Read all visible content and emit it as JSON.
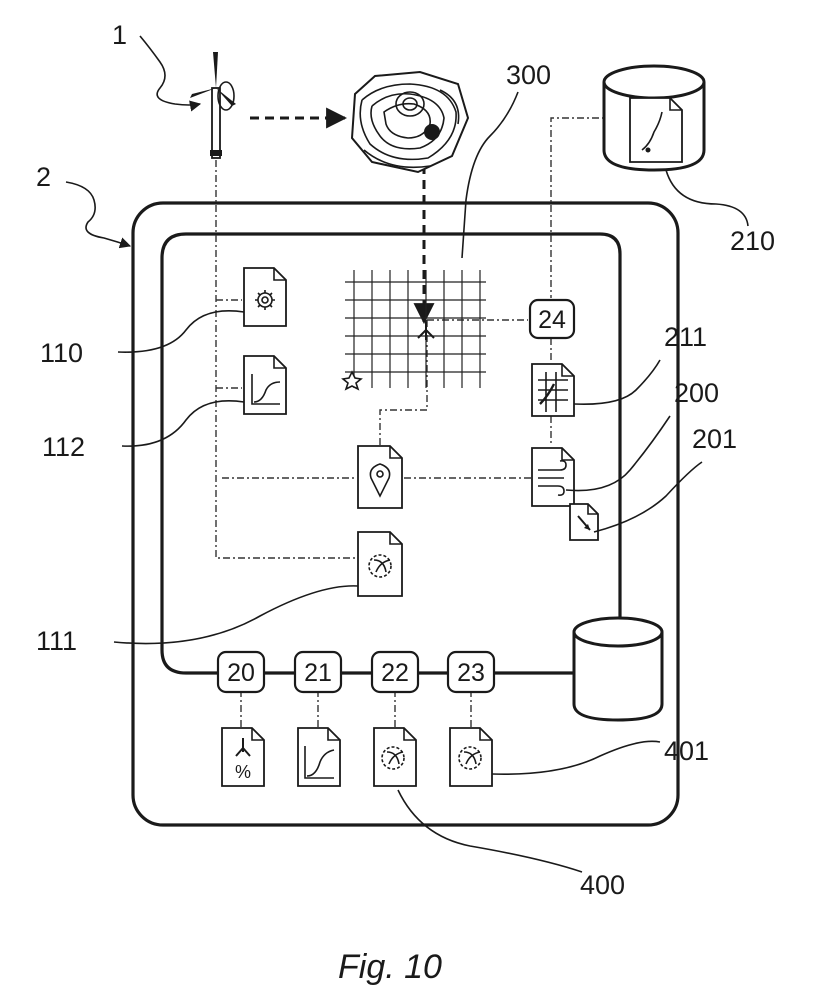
{
  "labels": {
    "turbine": "1",
    "system": "2",
    "site_model": "300",
    "external_db": "210",
    "config_doc": "110",
    "curve_doc": "112",
    "site_doc": "111",
    "module_24": "24",
    "grid_doc": "211",
    "wind_doc": "200",
    "sub_doc": "201",
    "result_a": "400",
    "result_b": "401"
  },
  "modules": {
    "m20": "20",
    "m21": "21",
    "m22": "22",
    "m23": "23"
  },
  "percent_glyph": "%",
  "caption": "Fig. 10"
}
